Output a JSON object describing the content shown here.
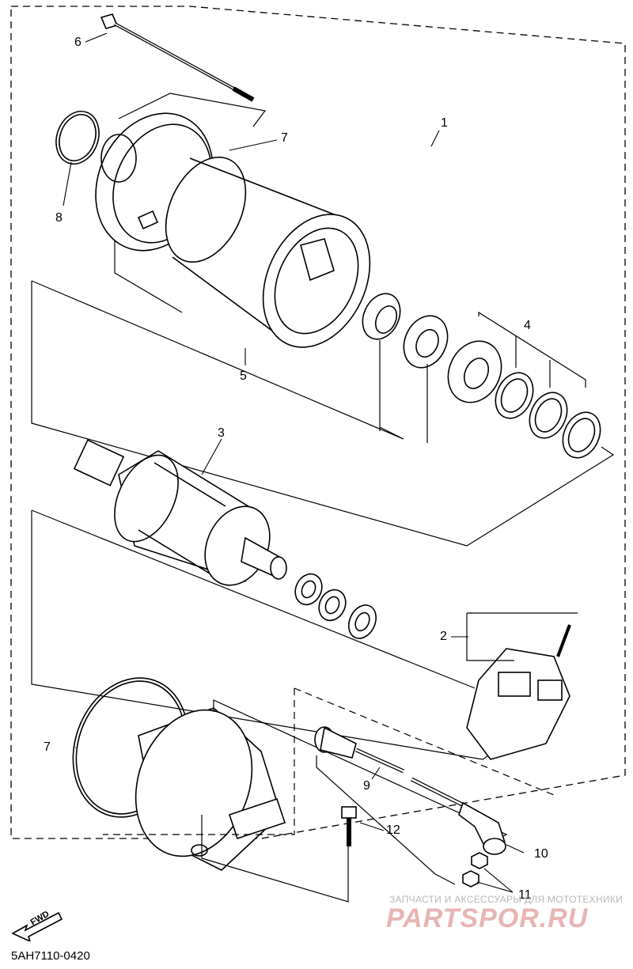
{
  "callouts": {
    "c1": "1",
    "c2": "2",
    "c3": "3",
    "c4": "4",
    "c5": "5",
    "c6": "6",
    "c7a": "7",
    "c7b": "7",
    "c8": "8",
    "c9": "9",
    "c10": "10",
    "c11": "11",
    "c12": "12"
  },
  "diagram_code": "5AH7110-0420",
  "fwd_label": "FWD",
  "watermark": {
    "tagline": "ЗАПЧАСТИ И АКСЕССУАРЫ ДЛЯ МОТОТЕХНИКИ",
    "logo": "PARTSPOR.RU"
  }
}
